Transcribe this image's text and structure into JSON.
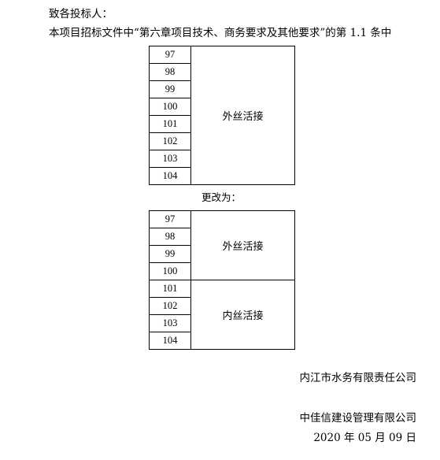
{
  "document": {
    "salutation": "致各投标人：",
    "intro": "本项目招标文件中“第六章项目技术、商务要求及其他要求”的第 1.1 条中",
    "original_rows": [
      "97",
      "98",
      "99",
      "100",
      "101",
      "102",
      "103",
      "104"
    ],
    "original_desc": "外丝活接",
    "change_label": "更改为：",
    "revised_rows_a": [
      "97",
      "98",
      "99",
      "100"
    ],
    "revised_desc_a": "外丝活接",
    "revised_rows_b": [
      "101",
      "102",
      "103",
      "104"
    ],
    "revised_desc_b": "内丝活接",
    "issuer_1": "内江市水务有限责任公司",
    "issuer_2": "中佳信建设管理有限公司",
    "date": "2020 年 05 月 09 日"
  }
}
